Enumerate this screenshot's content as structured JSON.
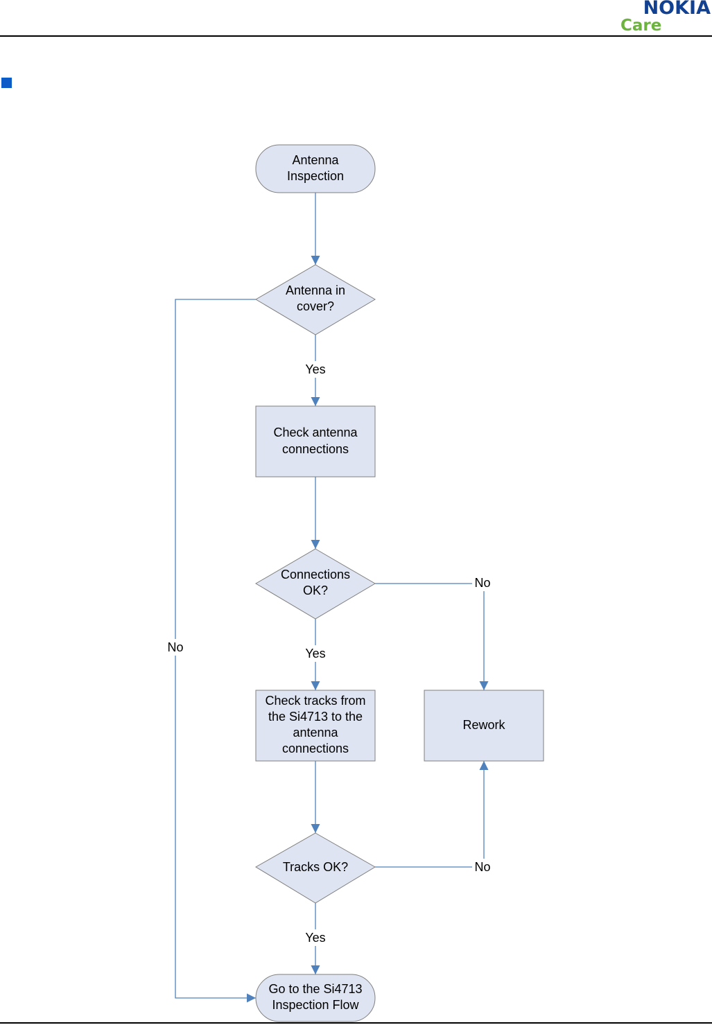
{
  "header": {
    "logo_brand": "NOKIA",
    "logo_sub": "Care",
    "brand_color": "#124191",
    "sub_color": "#6cb33f",
    "bullet_color": "#0b5bc8"
  },
  "flowchart": {
    "shape_fill": "#dee4f1",
    "shape_stroke": "#7f7f7f",
    "connector_color": "#4f81bd",
    "nodes": {
      "start": {
        "shape": "terminator",
        "lines": [
          "Antenna",
          "Inspection"
        ]
      },
      "q_cover": {
        "shape": "decision",
        "lines": [
          "Antenna in",
          "cover?"
        ]
      },
      "check_connections": {
        "shape": "process",
        "lines": [
          "Check antenna",
          "connections"
        ]
      },
      "q_connections": {
        "shape": "decision",
        "lines": [
          "Connections",
          "OK?"
        ]
      },
      "check_tracks": {
        "shape": "process",
        "lines": [
          "Check tracks from",
          "the Si4713 to the",
          "antenna",
          "connections"
        ]
      },
      "rework": {
        "shape": "process",
        "lines": [
          "Rework"
        ]
      },
      "q_tracks": {
        "shape": "decision",
        "lines": [
          "Tracks OK?"
        ]
      },
      "end": {
        "shape": "terminator",
        "lines": [
          "Go to the Si4713",
          "Inspection Flow"
        ]
      }
    },
    "edges": [
      {
        "from": "start",
        "to": "q_cover",
        "label": ""
      },
      {
        "from": "q_cover",
        "to": "check_connections",
        "label": "Yes"
      },
      {
        "from": "q_cover",
        "to": "end",
        "label": "No"
      },
      {
        "from": "check_connections",
        "to": "q_connections",
        "label": ""
      },
      {
        "from": "q_connections",
        "to": "check_tracks",
        "label": "Yes"
      },
      {
        "from": "q_connections",
        "to": "rework",
        "label": "No"
      },
      {
        "from": "check_tracks",
        "to": "q_tracks",
        "label": ""
      },
      {
        "from": "q_tracks",
        "to": "rework",
        "label": "No"
      },
      {
        "from": "q_tracks",
        "to": "end",
        "label": "Yes"
      }
    ]
  }
}
